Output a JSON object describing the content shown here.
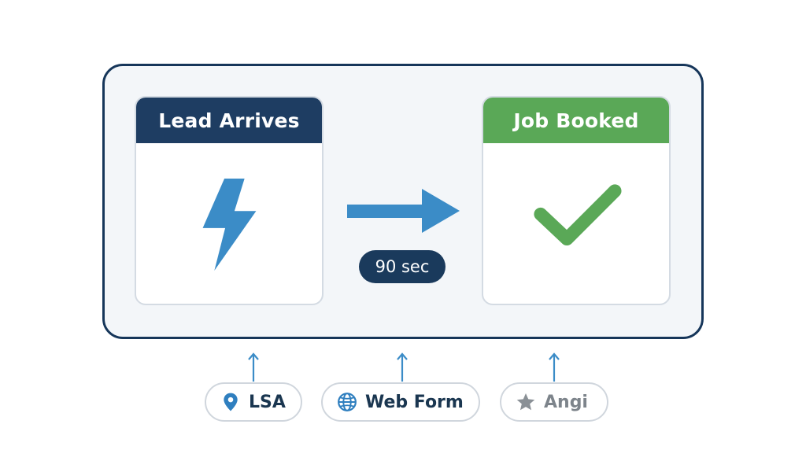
{
  "diagram": {
    "start_card": {
      "title": "Lead Arrives",
      "icon": "lightning-bolt-icon"
    },
    "end_card": {
      "title": "Job Booked",
      "icon": "checkmark-icon"
    },
    "transition": {
      "label": "90 sec",
      "icon": "right-arrow-icon"
    },
    "sources": [
      {
        "label": "LSA",
        "icon": "location-pin-icon"
      },
      {
        "label": "Web Form",
        "icon": "globe-icon"
      },
      {
        "label": "Angi",
        "icon": "star-icon"
      }
    ]
  },
  "colors": {
    "navy": "#1e3d62",
    "frame_border": "#16365a",
    "blue": "#3b8cc7",
    "green": "#5aa857",
    "muted_gray": "#7d848b"
  }
}
